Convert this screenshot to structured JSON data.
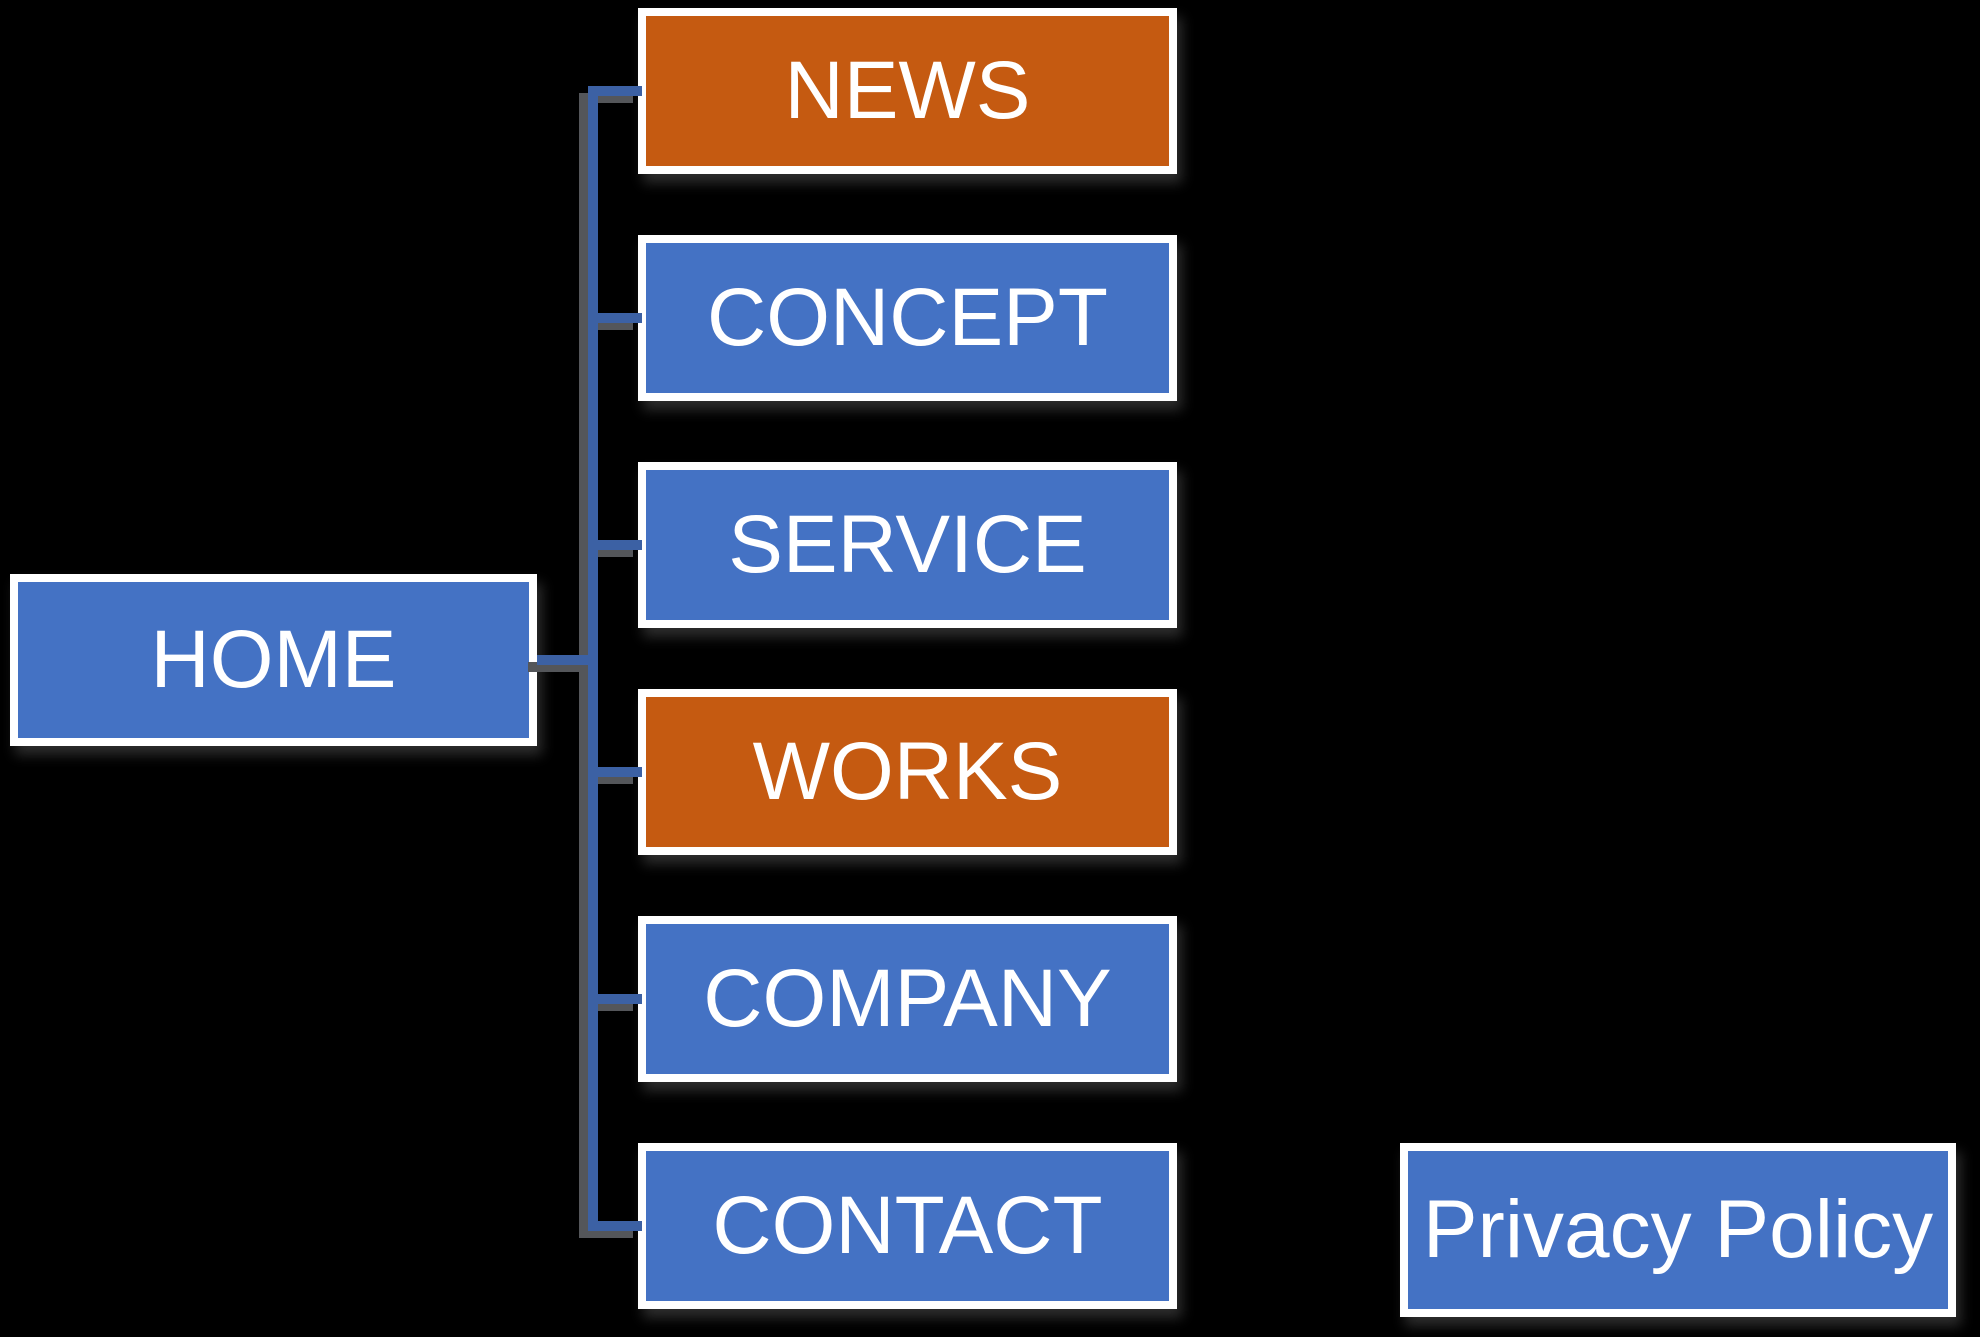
{
  "page": {
    "background": "#000000"
  },
  "diagram": {
    "type": "sitemap",
    "colors": {
      "node_blue": "#4472C4",
      "node_orange": "#C55A11",
      "node_border": "#FFFFFF",
      "label_text": "#FFFFFF",
      "connector": "#3C61A4",
      "connector_shadow": "#54565A"
    },
    "root": {
      "label": "HOME",
      "color": "node_blue"
    },
    "children": [
      {
        "label": "NEWS",
        "color": "node_orange"
      },
      {
        "label": "CONCEPT",
        "color": "node_blue"
      },
      {
        "label": "SERVICE",
        "color": "node_blue"
      },
      {
        "label": "WORKS",
        "color": "node_orange"
      },
      {
        "label": "COMPANY",
        "color": "node_blue"
      },
      {
        "label": "CONTACT",
        "color": "node_blue"
      }
    ],
    "standalone": [
      {
        "label": "Privacy Policy",
        "color": "node_blue"
      }
    ]
  }
}
